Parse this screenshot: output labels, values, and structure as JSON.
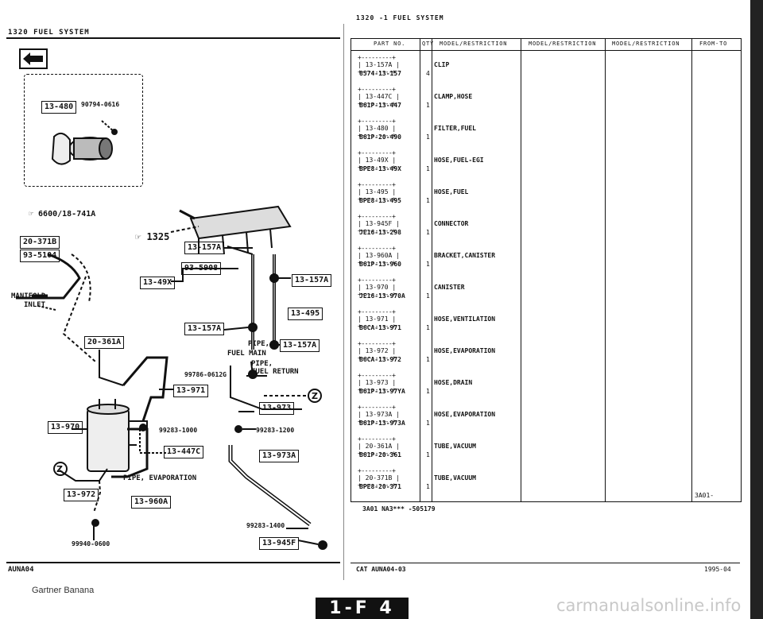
{
  "left_page": {
    "header": "1320    FUEL SYSTEM",
    "footer_code": "AUNA04",
    "callouts": {
      "c_13_480": "13-480",
      "c_90794": "90794-0616",
      "ref_6600": "☞ 6600/18-741A",
      "ref_1325": "☞ 1325",
      "c_20_371b": "20-371B",
      "c_93_5104": "93-5104",
      "manifold": "MANIFOLD",
      "inlet": "INLET",
      "c_13_157a_1": "13-157A",
      "c_93_5908": "93-5908",
      "c_13_49x": "13-49X",
      "c_13_157a_2": "13-157A",
      "c_13_495": "13-495",
      "c_13_157a_3": "13-157A",
      "c_13_157a_4": "13-157A",
      "pipe": "PIPE,",
      "fuel_main": "FUEL MAIN",
      "pipe2": "PIPE,",
      "fuel_return": "FUEL RETURN",
      "c_20_361a": "20-361A",
      "c_99786": "99786-0612G",
      "c_13_971": "13-971",
      "c_13_973": "13-973",
      "c_13_970": "13-970",
      "c_99283_1000": "99283-1000",
      "c_99283_1200": "99283-1200",
      "c_13_447c": "13-447C",
      "c_13_973a": "13-973A",
      "pipe_evap": "PIPE, EVAPORATION",
      "c_13_972": "13-972",
      "c_13_960a": "13-960A",
      "c_99940": "99940-0600",
      "c_99283_1400": "99283-1400",
      "c_13_945f": "13-945F"
    }
  },
  "right_page": {
    "header": "1320  -1     FUEL SYSTEM",
    "columns": [
      "PART NO.",
      "QTY",
      "MODEL/RESTRICTION",
      "MODEL/RESTRICTION",
      "MODEL/RESTRICTION",
      "FROM-TO"
    ],
    "rows": [
      {
        "ref": "13-157A",
        "part": "8574-13-157",
        "qty": "4",
        "desc": "CLIP"
      },
      {
        "ref": "13-447C",
        "part": "B61P-13-447",
        "qty": "1",
        "desc": "CLAMP,HOSE"
      },
      {
        "ref": "13-480",
        "part": "B61P-20-490",
        "qty": "1",
        "desc": "FILTER,FUEL"
      },
      {
        "ref": "13-49X",
        "part": "BPE8-13-49X",
        "qty": "1",
        "desc": "HOSE,FUEL-EGI"
      },
      {
        "ref": "13-495",
        "part": "BPE8-13-495",
        "qty": "1",
        "desc": "HOSE,FUEL"
      },
      {
        "ref": "13-945F",
        "part": "JE16-13-298",
        "qty": "1",
        "desc": "CONNECTOR"
      },
      {
        "ref": "13-960A",
        "part": "B61P-13-960",
        "qty": "1",
        "desc": "BRACKET,CANISTER"
      },
      {
        "ref": "13-970",
        "part": "JE16-13-970A",
        "qty": "1",
        "desc": "CANISTER"
      },
      {
        "ref": "13-971",
        "part": "B6CA-13-971",
        "qty": "1",
        "desc": "HOSE,VENTILATION"
      },
      {
        "ref": "13-972",
        "part": "B6CA-13-972",
        "qty": "1",
        "desc": "HOSE,EVAPORATION"
      },
      {
        "ref": "13-973",
        "part": "B61P-13-97YA",
        "qty": "1",
        "desc": "HOSE,DRAIN"
      },
      {
        "ref": "13-973A",
        "part": "B61P-13-973A",
        "qty": "1",
        "desc": "HOSE,EVAPORATION"
      },
      {
        "ref": "20-361A",
        "part": "B61P-20-361",
        "qty": "1",
        "desc": "TUBE,VACUUM"
      },
      {
        "ref": "20-371B",
        "part": "BPE8-20-371",
        "qty": "1",
        "desc": "TUBE,VACUUM"
      }
    ],
    "last_from_to": "3A01-",
    "summary_line": "3A01 NA3*** -505179",
    "footer_cat": "CAT   AUNA04-03",
    "footer_date": "1995-04"
  },
  "watermark_left": "Gartner Banana",
  "page_tab": "1-F 4",
  "watermark_right": "carmanualsonline.info"
}
